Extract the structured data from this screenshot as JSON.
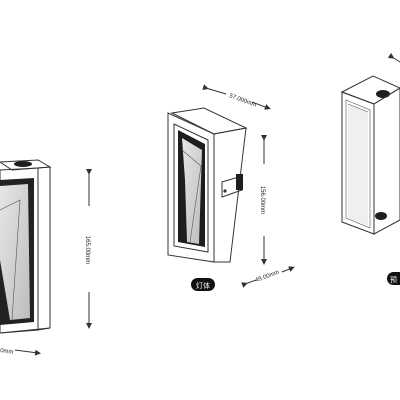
{
  "dimensions": {
    "left_height": "165.00mm",
    "left_width_partial": "0mm",
    "mid_depth": "57.000mm",
    "mid_height": "156.00mm",
    "mid_width": "49.00mm"
  },
  "labels": {
    "lamp_body": "灯体",
    "right_label_partial": "预"
  },
  "colors": {
    "line": "#333333",
    "shade_dark": "#1e1e1e",
    "shade_mid": "#d9d9d9",
    "label_bg": "#111111"
  }
}
